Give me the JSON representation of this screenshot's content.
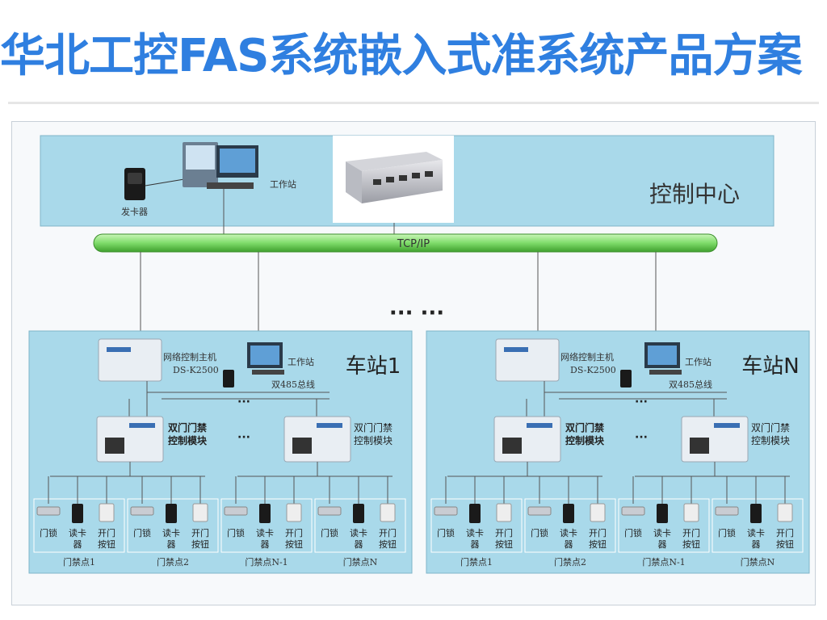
{
  "title": "华北工控FAS系统嵌入式准系统产品方案",
  "control_center": {
    "label": "控制中心",
    "workstation": "工作站",
    "card_issuer": "发卡器"
  },
  "network_bus": "TCP/IP",
  "ellipsis": "··· ···",
  "stations": [
    {
      "label": "车站1",
      "controller_label": "网络控制主机",
      "controller_model": "DS-K2500",
      "workstation": "工作站",
      "bus_label": "双485总线",
      "modules": [
        {
          "line1": "双门门禁",
          "line2": "控制模块"
        },
        {
          "line1": "双门门禁",
          "line2": "控制模块"
        }
      ],
      "door_points": [
        {
          "label": "门禁点1",
          "devices": [
            [
              "门锁"
            ],
            [
              "读卡",
              "器"
            ],
            [
              "开门",
              "按钮"
            ]
          ]
        },
        {
          "label": "门禁点2",
          "devices": [
            [
              "门锁"
            ],
            [
              "读卡",
              "器"
            ],
            [
              "开门",
              "按钮"
            ]
          ]
        },
        {
          "label": "门禁点N-1",
          "devices": [
            [
              "门锁"
            ],
            [
              "读卡",
              "器"
            ],
            [
              "开门",
              "按钮"
            ]
          ]
        },
        {
          "label": "门禁点N",
          "devices": [
            [
              "门锁"
            ],
            [
              "读卡",
              "器"
            ],
            [
              "开门",
              "按钮"
            ]
          ]
        }
      ]
    },
    {
      "label": "车站N",
      "controller_label": "网络控制主机",
      "controller_model": "DS-K2500",
      "workstation": "工作站",
      "bus_label": "双485总线",
      "modules": [
        {
          "line1": "双门门禁",
          "line2": "控制模块"
        },
        {
          "line1": "双门门禁",
          "line2": "控制模块"
        }
      ],
      "door_points": [
        {
          "label": "门禁点1",
          "devices": [
            [
              "门锁"
            ],
            [
              "读卡",
              "器"
            ],
            [
              "开门",
              "按钮"
            ]
          ]
        },
        {
          "label": "门禁点2",
          "devices": [
            [
              "门锁"
            ],
            [
              "读卡",
              "器"
            ],
            [
              "开门",
              "按钮"
            ]
          ]
        },
        {
          "label": "门禁点N-1",
          "devices": [
            [
              "门锁"
            ],
            [
              "读卡",
              "器"
            ],
            [
              "开门",
              "按钮"
            ]
          ]
        },
        {
          "label": "门禁点N",
          "devices": [
            [
              "门锁"
            ],
            [
              "读卡",
              "器"
            ],
            [
              "开门",
              "按钮"
            ]
          ]
        }
      ]
    }
  ],
  "colors": {
    "title": "#2f7fe0",
    "panel": "#a9d9ea",
    "bus": "#7fdc6a"
  }
}
